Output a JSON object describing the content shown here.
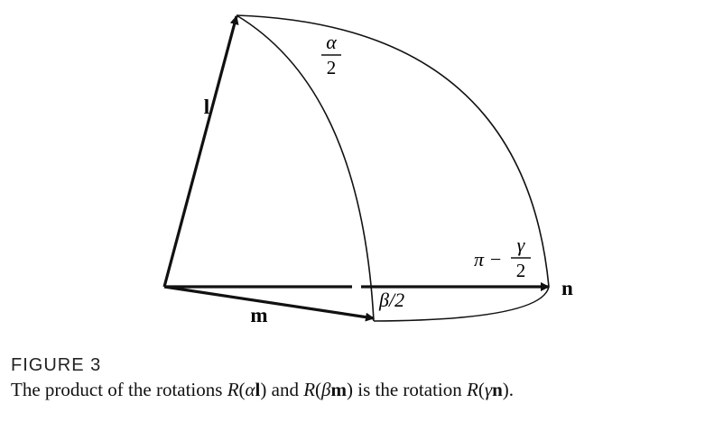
{
  "diagram": {
    "vector_labels": {
      "l": "l",
      "m": "m",
      "n": "n"
    },
    "angle_labels": {
      "alpha_num": "α",
      "alpha_den": "2",
      "beta": "β/2",
      "gamma_prefix": "π −",
      "gamma_num": "γ",
      "gamma_den": "2"
    }
  },
  "caption": {
    "label": "FIGURE 3",
    "text_1": "The product of the rotations ",
    "r1": "R",
    "r1_open": "(",
    "r1_greek": "α",
    "r1_vec": "l",
    "r1_close": ")",
    "text_2": " and ",
    "r2": "R",
    "r2_open": "(",
    "r2_greek": "β",
    "r2_vec": "m",
    "r2_close": ")",
    "text_3": " is the rotation ",
    "r3": "R",
    "r3_open": "(",
    "r3_greek": "γ",
    "r3_vec": "n",
    "r3_close": ").",
    "colors": {
      "ink": "#111111",
      "background": "#ffffff"
    }
  }
}
